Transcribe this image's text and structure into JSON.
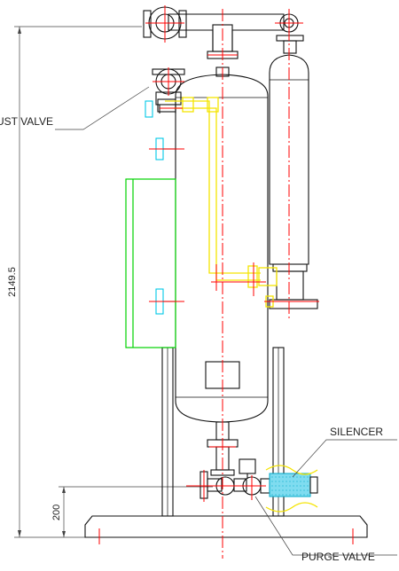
{
  "labels": {
    "exhaust_valve": "UST VALVE",
    "silencer": "SILENCER",
    "purge_valve": "PURGE VALVE"
  },
  "dimensions": {
    "overall_height": "2149.5",
    "inlet_height": "200"
  },
  "colors": {
    "outline": "#111111",
    "centerline": "#ff0000",
    "piping": "#f5e400",
    "instruments": "#00c8e6",
    "panel": "#00d200",
    "silencer_fill": "#7fdcf0"
  }
}
